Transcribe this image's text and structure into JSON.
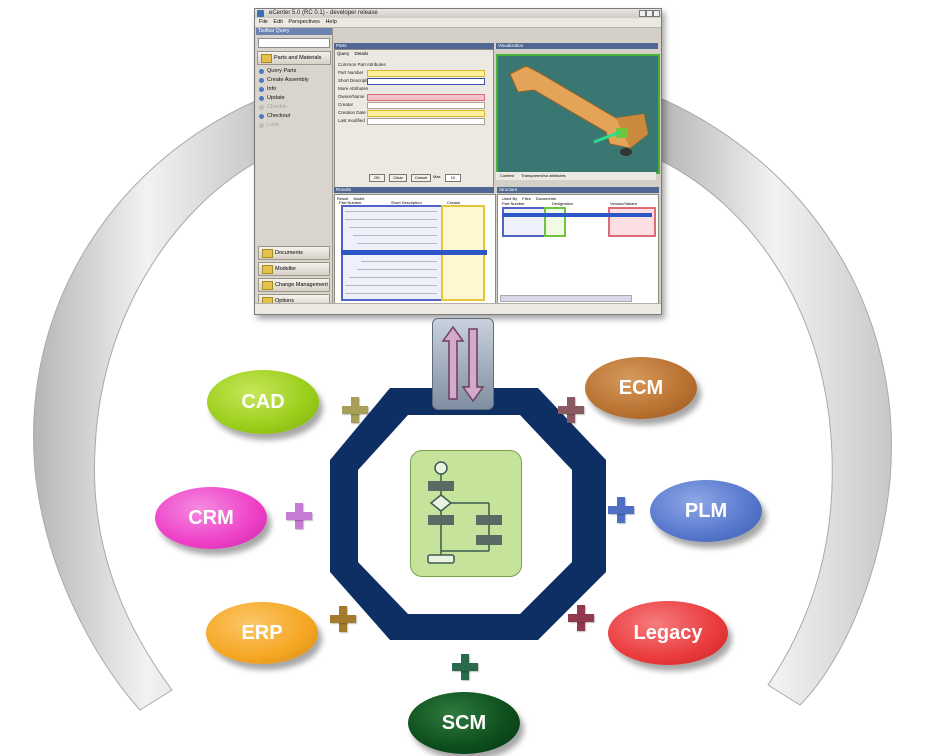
{
  "app_window": {
    "title": "eCenter 5.0 (RC 0.1) - developer release",
    "menu": [
      "File",
      "Edit",
      "Perspectives",
      "Help"
    ],
    "sidebar": {
      "header": "Toolbar Query",
      "section": "Parts and Materials",
      "items": [
        "Query Parts",
        "Create Assembly",
        "Info",
        "Update",
        "Checkin",
        "Checkout",
        "Lock"
      ],
      "bottom_sections": [
        "Documents",
        "Modeller",
        "Change Management",
        "Options"
      ]
    },
    "query_panel": {
      "header": "Parts",
      "tabs": [
        "Query",
        "Details"
      ],
      "group_common": "Common Part Attributes",
      "fields": [
        "Part Number",
        "Short Description",
        "Owner/Name",
        "Creator",
        "Creation Date",
        "Last modified"
      ],
      "group_more": "More Attributes",
      "buttons": [
        "OK",
        "Clear",
        "Cancel"
      ],
      "max_label": "Max",
      "max_value": "10"
    },
    "viewer_panel": {
      "header": "Visualization",
      "footer_left": "Content",
      "footer_right": "Transparent/no attributes"
    },
    "result_panel": {
      "header": "Results",
      "tabs": [
        "Result",
        "Model"
      ],
      "columns": [
        "Part Number",
        "Short Description",
        "Creator"
      ]
    },
    "detail_panel": {
      "header": "Structure",
      "tabs": [
        "Used By",
        "Files",
        "Documents"
      ],
      "columns": [
        "Part Number",
        "Designation",
        "Version/Variant"
      ]
    }
  },
  "nodes": [
    {
      "id": "cad",
      "label": "CAD",
      "color": "#9acd1a",
      "plus_color": "#a8a05a"
    },
    {
      "id": "crm",
      "label": "CRM",
      "color": "#ee3fc8",
      "plus_color": "#c57ad3"
    },
    {
      "id": "erp",
      "label": "ERP",
      "color": "#f5a623",
      "plus_color": "#a47a2c"
    },
    {
      "id": "ecm",
      "label": "ECM",
      "color": "#b87130",
      "plus_color": "#8a5a63"
    },
    {
      "id": "plm",
      "label": "PLM",
      "color": "#5577cc",
      "plus_color": "#4f6fc7"
    },
    {
      "id": "legacy",
      "label": "Legacy",
      "color": "#ea3a3c",
      "plus_color": "#93394e"
    },
    {
      "id": "scm",
      "label": "SCM",
      "color": "#0d4d1c",
      "plus_color": "#2a6a4c"
    }
  ],
  "colors": {
    "octagon": "#0e2f63",
    "arc": "#d9d9d9",
    "core_fill": "#c5e39a",
    "flow_box": "#5a6b64"
  },
  "icons": [
    "bidirectional-arrows-icon",
    "flowchart-icon"
  ]
}
